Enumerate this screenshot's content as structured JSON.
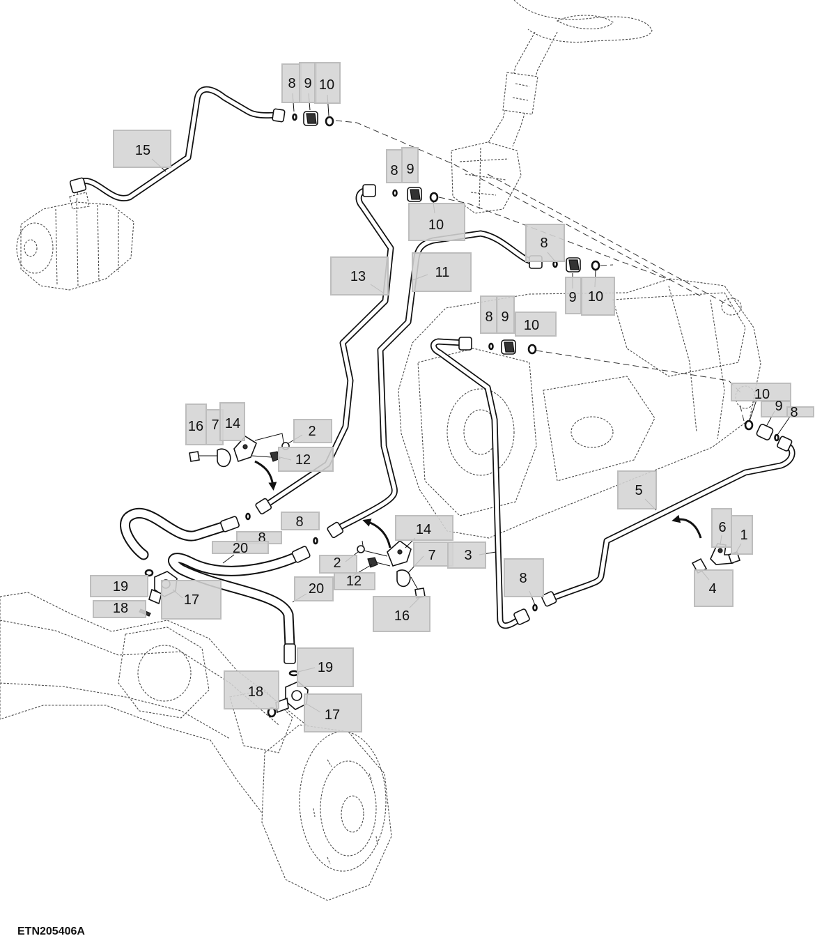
{
  "diagram": {
    "caption": "ETN205406A"
  },
  "colors": {
    "callout_box": "#d4d4d4",
    "line": "#111111",
    "outline": "#4a4a4a"
  },
  "callouts": [
    {
      "label": "8"
    },
    {
      "label": "9"
    },
    {
      "label": "10"
    },
    {
      "label": "15"
    },
    {
      "label": "8"
    },
    {
      "label": "9"
    },
    {
      "label": "10"
    },
    {
      "label": "8"
    },
    {
      "label": "9"
    },
    {
      "label": "10"
    },
    {
      "label": "13"
    },
    {
      "label": "11"
    },
    {
      "label": "8"
    },
    {
      "label": "9"
    },
    {
      "label": "10"
    },
    {
      "label": "10"
    },
    {
      "label": "9"
    },
    {
      "label": "8"
    },
    {
      "label": "16"
    },
    {
      "label": "7"
    },
    {
      "label": "14"
    },
    {
      "label": "2"
    },
    {
      "label": "12"
    },
    {
      "label": "5"
    },
    {
      "label": "8"
    },
    {
      "label": "8"
    },
    {
      "label": "20"
    },
    {
      "label": "14"
    },
    {
      "label": "2"
    },
    {
      "label": "7"
    },
    {
      "label": "3"
    },
    {
      "label": "12"
    },
    {
      "label": "20"
    },
    {
      "label": "16"
    },
    {
      "label": "6"
    },
    {
      "label": "1"
    },
    {
      "label": "4"
    },
    {
      "label": "8"
    },
    {
      "label": "19"
    },
    {
      "label": "18"
    },
    {
      "label": "17"
    },
    {
      "label": "19"
    },
    {
      "label": "18"
    },
    {
      "label": "17"
    }
  ]
}
